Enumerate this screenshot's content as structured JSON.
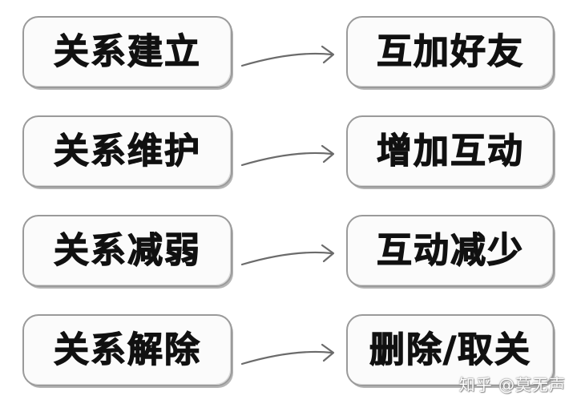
{
  "rows": [
    {
      "left": "关系建立",
      "right": "互加好友"
    },
    {
      "left": "关系维护",
      "right": "增加互动"
    },
    {
      "left": "关系减弱",
      "right": "互动减少"
    },
    {
      "left": "关系解除",
      "right": "删除/取关"
    }
  ],
  "watermark": "知乎 @莫无声"
}
